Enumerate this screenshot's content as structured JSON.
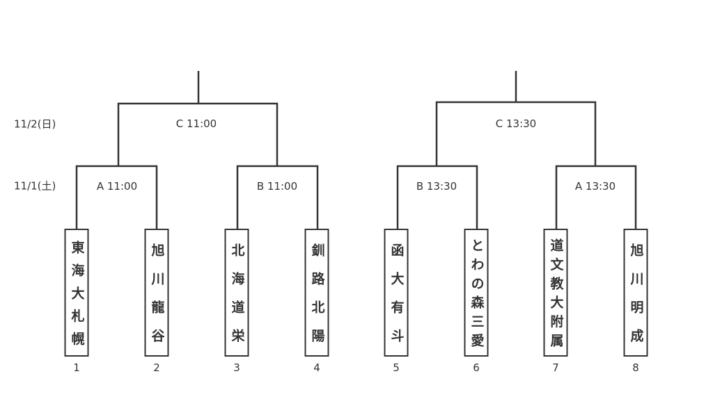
{
  "days": [
    "11/2(日)",
    "11/1(土)"
  ],
  "matches": {
    "left_final": "C 11:00",
    "left_a": "A 11:00",
    "left_b": "B 11:00",
    "right_final": "C 13:30",
    "right_b": "B 13:30",
    "right_a": "A 13:30"
  },
  "teams": [
    {
      "seed": "1",
      "name": "東海大札幌"
    },
    {
      "seed": "2",
      "name": "旭川龍谷"
    },
    {
      "seed": "3",
      "name": "北海道栄"
    },
    {
      "seed": "4",
      "name": "釧路北陽"
    },
    {
      "seed": "5",
      "name": "函大有斗"
    },
    {
      "seed": "6",
      "name": "とわの森三愛"
    },
    {
      "seed": "7",
      "name": "道文教大附属"
    },
    {
      "seed": "8",
      "name": "旭川明成"
    }
  ]
}
